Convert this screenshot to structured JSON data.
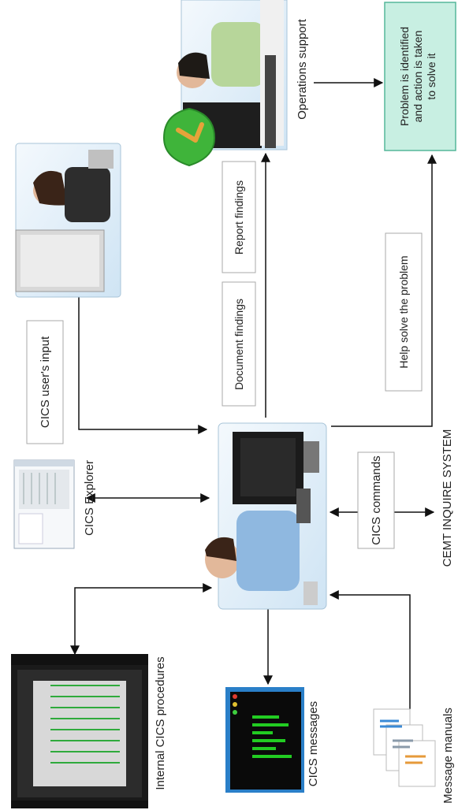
{
  "labels": {
    "cics_user_input": "CICS user's input",
    "cics_explorer": "CICS Explorer",
    "internal_procedures": "Internal CICS procedures",
    "cics_messages": "CICS messages",
    "message_manuals": "Message manuals",
    "cics_commands": "CICS commands",
    "cemt_inquire": "CEMT INQUIRE SYSTEM",
    "document_findings": "Document findings",
    "report_findings": "Report findings",
    "help_solve": "Help solve the problem",
    "operations_support": "Operations support",
    "problem_identified": [
      "Problem is identified",
      "and action is taken",
      "to solve it"
    ]
  },
  "colors": {
    "result_box_fill": "#c8efe2",
    "result_box_stroke": "#55b79a",
    "scene_bg": "#e4f1fb",
    "monitor_screen": "#0a0a0a",
    "bar_green": "#22cc22",
    "shield_green": "#3fb43a",
    "shield_arrow": "#e6a33a"
  },
  "icons": {
    "user_scene": "woman-at-computer",
    "admin_scene": "man-at-workstation",
    "support_scene": "support-person",
    "mainframe": "server-rack-icon",
    "messages": "monitor-bar-chart-icon",
    "manuals": "documents-icon",
    "explorer": "application-window-icon",
    "shield": "shield-check-icon"
  }
}
